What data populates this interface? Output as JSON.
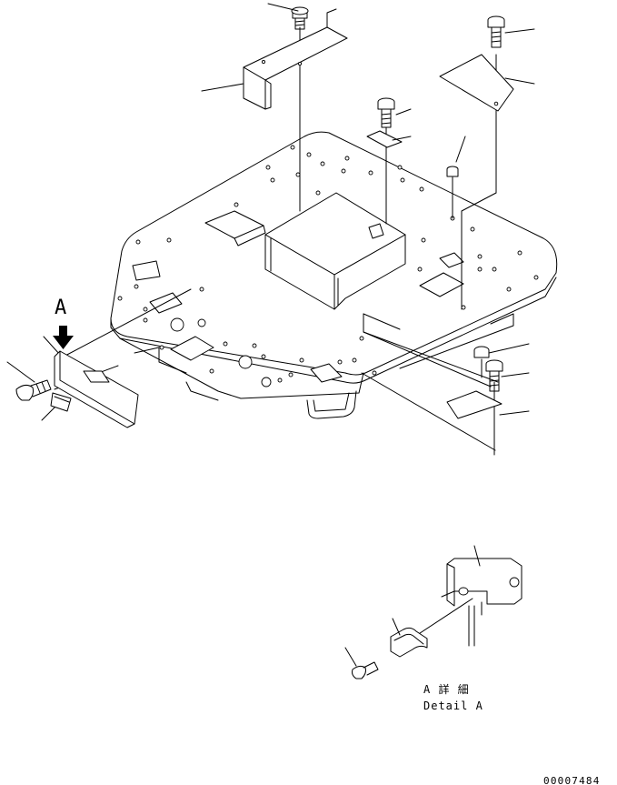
{
  "view_marker": {
    "letter": "A"
  },
  "detail_label": {
    "jp": "A 詳 細",
    "en": "Detail A"
  },
  "drawing_number": "00007484"
}
